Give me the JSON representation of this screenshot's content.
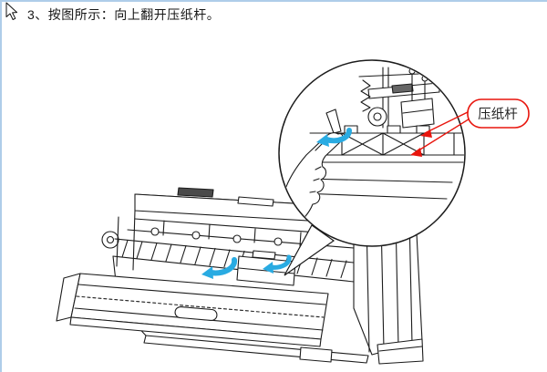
{
  "page": {
    "step_text": "3、按图所示：向上翻开压纸杆。",
    "cursor_icon": "mouse-pointer"
  },
  "illustration": {
    "subject": "printer-open-cover-diagram",
    "callout_label": "压纸杆"
  },
  "colors": {
    "page_border": "#aecde9",
    "ink": "#1c1c1c",
    "motion_arrow": "#29abe2",
    "callout_red": "#e8150d"
  }
}
